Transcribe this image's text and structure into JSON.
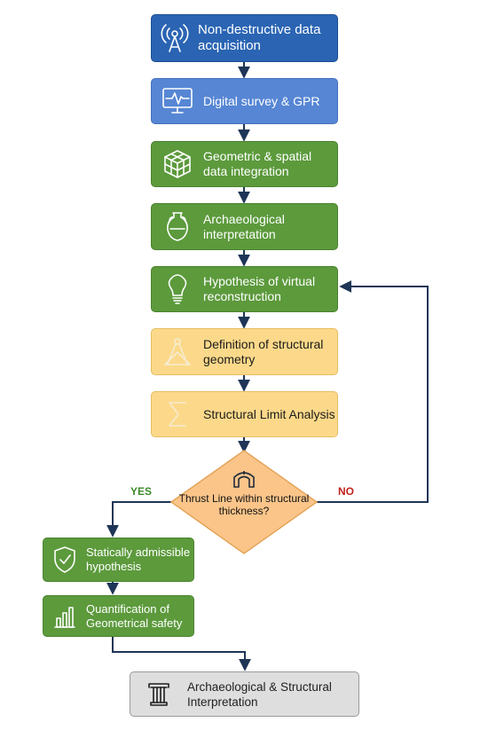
{
  "nodes": {
    "acquisition": {
      "label": "Non-destructive data acquisition",
      "icon": "antenna-signal-icon"
    },
    "survey": {
      "label": "Digital survey & GPR",
      "icon": "monitor-waveform-icon"
    },
    "integration": {
      "label": "Geometric & spatial data integration",
      "icon": "cube-grid-icon"
    },
    "archaeology": {
      "label": "Archaeological interpretation",
      "icon": "amphora-icon"
    },
    "hypothesis": {
      "label": "Hypothesis of virtual reconstruction",
      "icon": "lightbulb-icon"
    },
    "geometry": {
      "label": "Definition of structural geometry",
      "icon": "compass-drafting-icon"
    },
    "limit_analysis": {
      "label": "Structural Limit Analysis",
      "icon": "sigma-icon"
    },
    "decision": {
      "label": "Thrust Line within structural thickness?",
      "icon": "arch-icon"
    },
    "admissible": {
      "label": "Statically admissible hypothesis",
      "icon": "shield-check-icon"
    },
    "safety": {
      "label": "Quantification of Geometrical safety",
      "icon": "bar-chart-icon"
    },
    "final": {
      "label": "Archaeological & Structural Interpretation",
      "icon": "column-icon"
    }
  },
  "branches": {
    "yes": "YES",
    "no": "NO"
  },
  "colors": {
    "dark_blue": "#2a64b3",
    "light_blue": "#5686d4",
    "green": "#5c9a3c",
    "yellow": "#fcd98a",
    "decision_orange": "#fbc58a",
    "grey": "#dedede",
    "connector": "#1e3557",
    "yes_label": "#3f8a2a",
    "no_label": "#c0221b"
  }
}
